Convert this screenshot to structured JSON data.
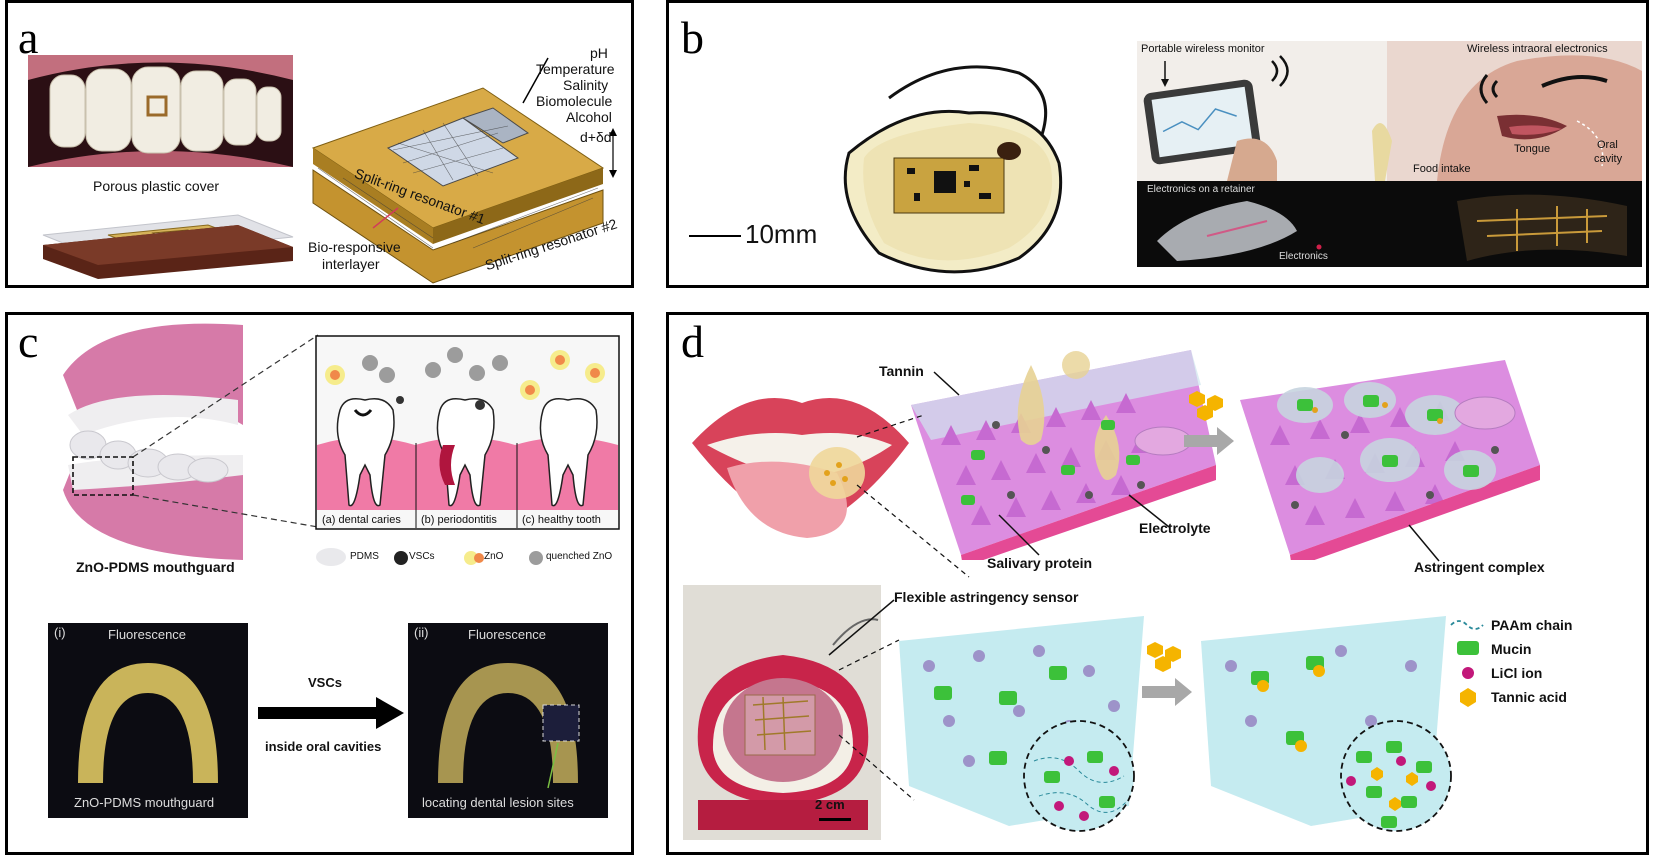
{
  "panels": {
    "a": {
      "label": "a",
      "cover": "Porous plastic cover",
      "analytes": [
        "pH",
        "Temperature",
        "Salinity",
        "Biomolecule",
        "Alcohol"
      ],
      "gap": "d+δd",
      "resonator1": "Split-ring resonator #1",
      "resonator2": "Split-ring resonator #2",
      "interlayer_1": "Bio-responsive",
      "interlayer_2": "interlayer"
    },
    "b": {
      "label": "b",
      "scale": "10mm",
      "monitor": "Portable wireless monitor",
      "intraoral": "Wireless intraoral electronics",
      "tongue": "Tongue",
      "oral_1": "Oral",
      "oral_2": "cavity",
      "food": "Food intake",
      "retainer": "Electronics on a retainer",
      "electronics": "Electronics"
    },
    "c": {
      "label": "c",
      "caries": "(a) dental caries",
      "perio": "(b) periodontitis",
      "healthy": "(c) healthy tooth",
      "legend": [
        "PDMS",
        "VSCs",
        "ZnO",
        "quenched ZnO"
      ],
      "mouthguard": "ZnO-PDMS mouthguard",
      "fluor1_tag": "(i)",
      "fluor1": "Fluorescence",
      "fluor1_caption": "ZnO-PDMS mouthguard",
      "vscs": "VSCs",
      "inside": "inside oral cavities",
      "fluor2_tag": "(ii)",
      "fluor2": "Fluorescence",
      "fluor2_caption": "locating dental lesion sites"
    },
    "d": {
      "label": "d",
      "tannin": "Tannin",
      "electrolyte": "Electrolyte",
      "salivary": "Salivary protein",
      "astringent": "Astringent complex",
      "sensor": "Flexible astringency sensor",
      "scale": "2 cm",
      "legend": [
        "PAAm chain",
        "Mucin",
        "LiCl ion",
        "Tannic acid"
      ]
    }
  },
  "colors": {
    "pink": "#e8559e",
    "lightpink": "#f2a6c8",
    "gold": "#d9a93a",
    "lightblue": "#bfe6ec",
    "green": "#3cc13a",
    "orange": "#f5b400",
    "ion": "#c2187a"
  }
}
